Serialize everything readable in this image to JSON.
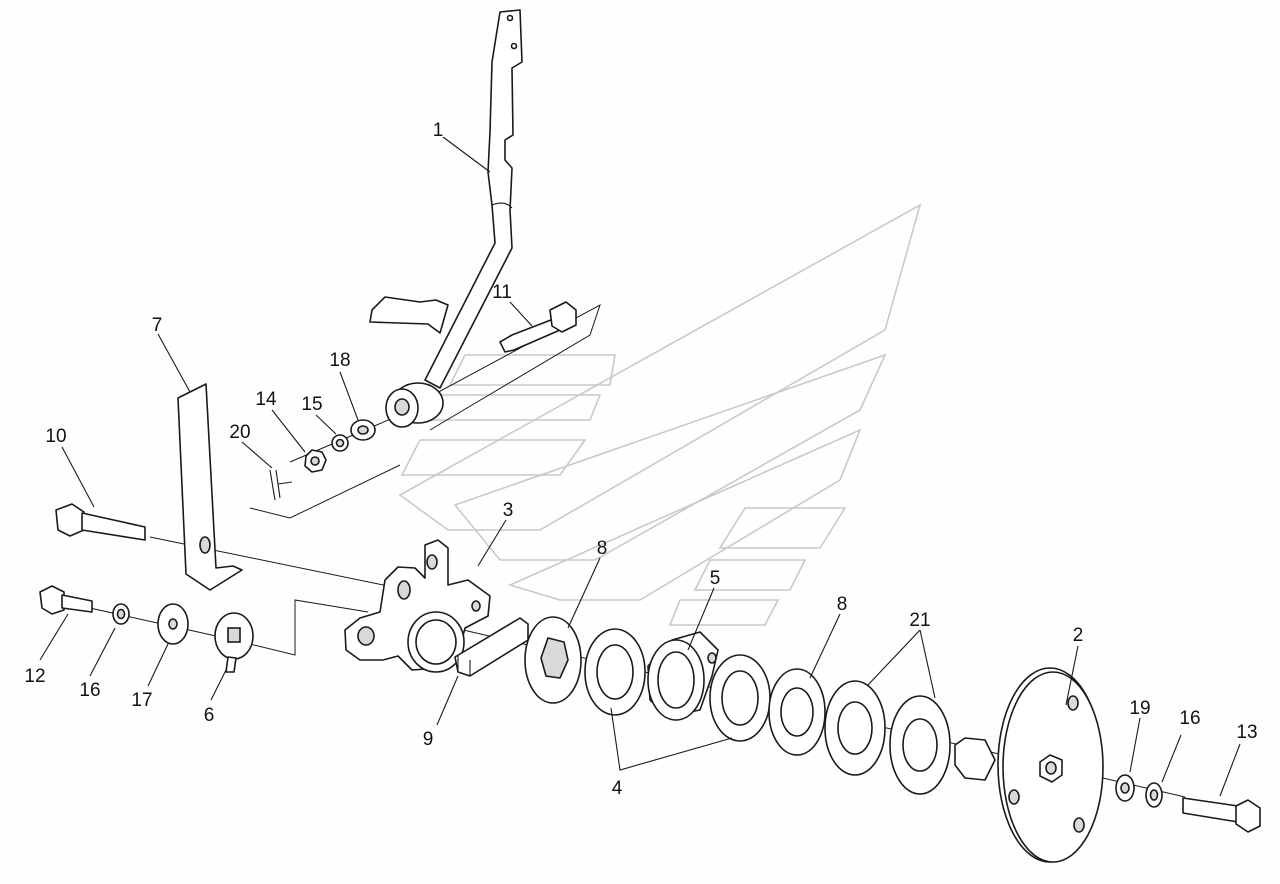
{
  "diagram": {
    "callouts": [
      {
        "id": "c1",
        "label": "1"
      },
      {
        "id": "c2",
        "label": "2"
      },
      {
        "id": "c3",
        "label": "3"
      },
      {
        "id": "c4",
        "label": "4"
      },
      {
        "id": "c5",
        "label": "5"
      },
      {
        "id": "c6",
        "label": "6"
      },
      {
        "id": "c7",
        "label": "7"
      },
      {
        "id": "c8a",
        "label": "8"
      },
      {
        "id": "c8b",
        "label": "8"
      },
      {
        "id": "c9",
        "label": "9"
      },
      {
        "id": "c10",
        "label": "10"
      },
      {
        "id": "c11",
        "label": "11"
      },
      {
        "id": "c12",
        "label": "12"
      },
      {
        "id": "c13",
        "label": "13"
      },
      {
        "id": "c14",
        "label": "14"
      },
      {
        "id": "c15",
        "label": "15"
      },
      {
        "id": "c16a",
        "label": "16"
      },
      {
        "id": "c16b",
        "label": "16"
      },
      {
        "id": "c17",
        "label": "17"
      },
      {
        "id": "c18",
        "label": "18"
      },
      {
        "id": "c19",
        "label": "19"
      },
      {
        "id": "c20",
        "label": "20"
      },
      {
        "id": "c21",
        "label": "21"
      }
    ]
  }
}
